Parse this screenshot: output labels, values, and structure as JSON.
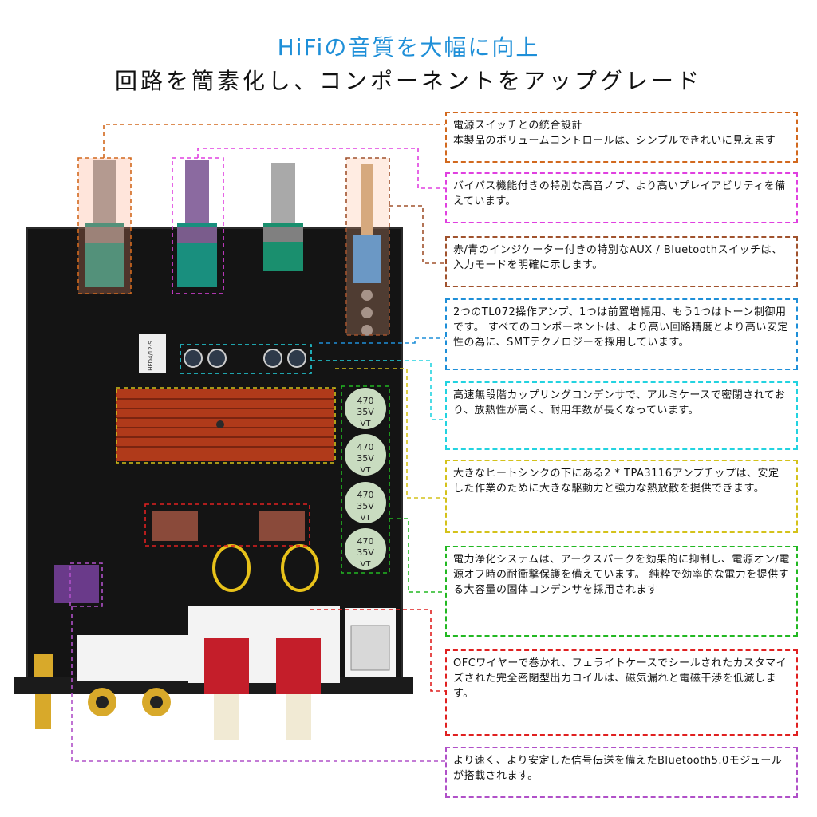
{
  "header": {
    "title": "HiFiの音質を大幅に向上",
    "subtitle": "回路を簡素化し、コンポーネントをアップグレード"
  },
  "board_labels": {
    "cap1": "470",
    "cap2": "35V",
    "cap3": "VT",
    "relay": "HFD4/12-S"
  },
  "callouts": [
    {
      "lines": [
        "電源スイッチとの統合設計",
        "本製品のボリュームコントロールは、シンプルできれいに見えます"
      ],
      "color": "#d2691e"
    },
    {
      "lines": [
        "バイパス機能付きの特別な高音ノブ、より高いプレイアビリティを備えています。"
      ],
      "color": "#e040e0"
    },
    {
      "lines": [
        "赤/青のインジケーター付きの特別なAUX / Bluetoothスイッチは、入力モードを明確に示します。"
      ],
      "color": "#a0522d"
    },
    {
      "lines": [
        "2つのTL072操作アンプ、1つは前置増幅用、もう1つはトーン制御用です。 すべてのコンポーネントは、より高い回路精度とより高い安定性の為に、SMTテクノロジーを採用しています。"
      ],
      "color": "#1e8fd8"
    },
    {
      "lines": [
        "高速無段階カップリングコンデンサで、アルミケースで密閉されており、放熱性が高く、耐用年数が長くなっています。"
      ],
      "color": "#22d3e0"
    },
    {
      "lines": [
        "大きなヒートシンクの下にある2 * TPA3116アンプチップは、安定した作業のために大きな駆動力と強力な熱放散を提供できます。"
      ],
      "color": "#d4c21a"
    },
    {
      "lines": [
        "電力浄化システムは、アークスパークを効果的に抑制し、電源オン/電源オフ時の耐衝撃保護を備えています。 純粋で効率的な電力を提供する大容量の固体コンデンサを採用されます"
      ],
      "color": "#22b822"
    },
    {
      "lines": [
        "OFCワイヤーで巻かれ、フェライトケースでシールされたカスタマイズされた完全密閉型出力コイルは、磁気漏れと電磁干渉を低減します。"
      ],
      "color": "#e02020"
    },
    {
      "lines": [
        "より速く、より安定した信号伝送を備えたBluetooth5.0モジュールが搭載されます。"
      ],
      "color": "#b050c8"
    }
  ]
}
